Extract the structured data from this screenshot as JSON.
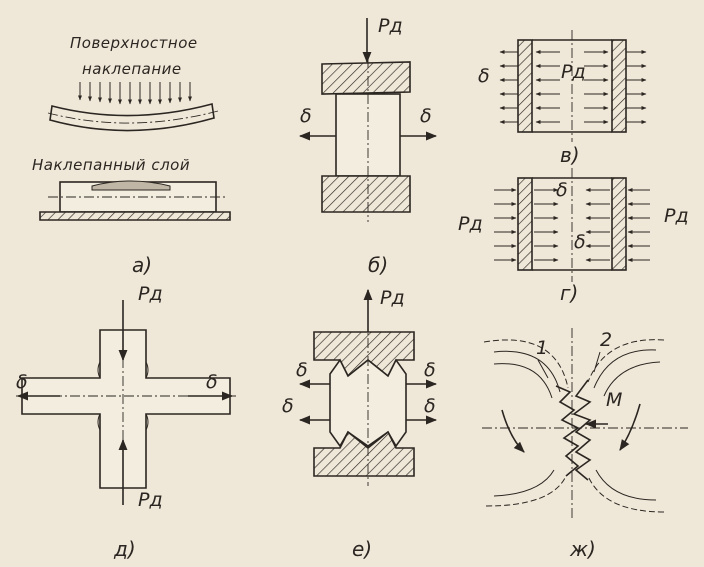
{
  "panels": {
    "a": {
      "caption": "а)",
      "label_top_line1": "Поверхностное",
      "label_top_line2": "наклепание",
      "label_layer": "Наклепанный слой"
    },
    "b": {
      "caption": "б)",
      "force": "Pд",
      "delta_left": "δ",
      "delta_right": "δ"
    },
    "v": {
      "caption": "в)",
      "force": "Pд",
      "delta": "δ"
    },
    "g": {
      "caption": "г)",
      "force_left": "Pд",
      "force_right": "Pд",
      "delta_top": "δ",
      "delta_bottom": "δ"
    },
    "d": {
      "caption": "д)",
      "force_top": "Pд",
      "force_bottom": "Pд",
      "delta_left": "δ",
      "delta_right": "δ"
    },
    "e": {
      "caption": "е)",
      "force": "Pд",
      "delta_l1": "δ",
      "delta_l2": "δ",
      "delta_r1": "δ",
      "delta_r2": "δ"
    },
    "zh": {
      "caption": "ж)",
      "num1": "1",
      "num2": "2",
      "moment": "M"
    }
  }
}
